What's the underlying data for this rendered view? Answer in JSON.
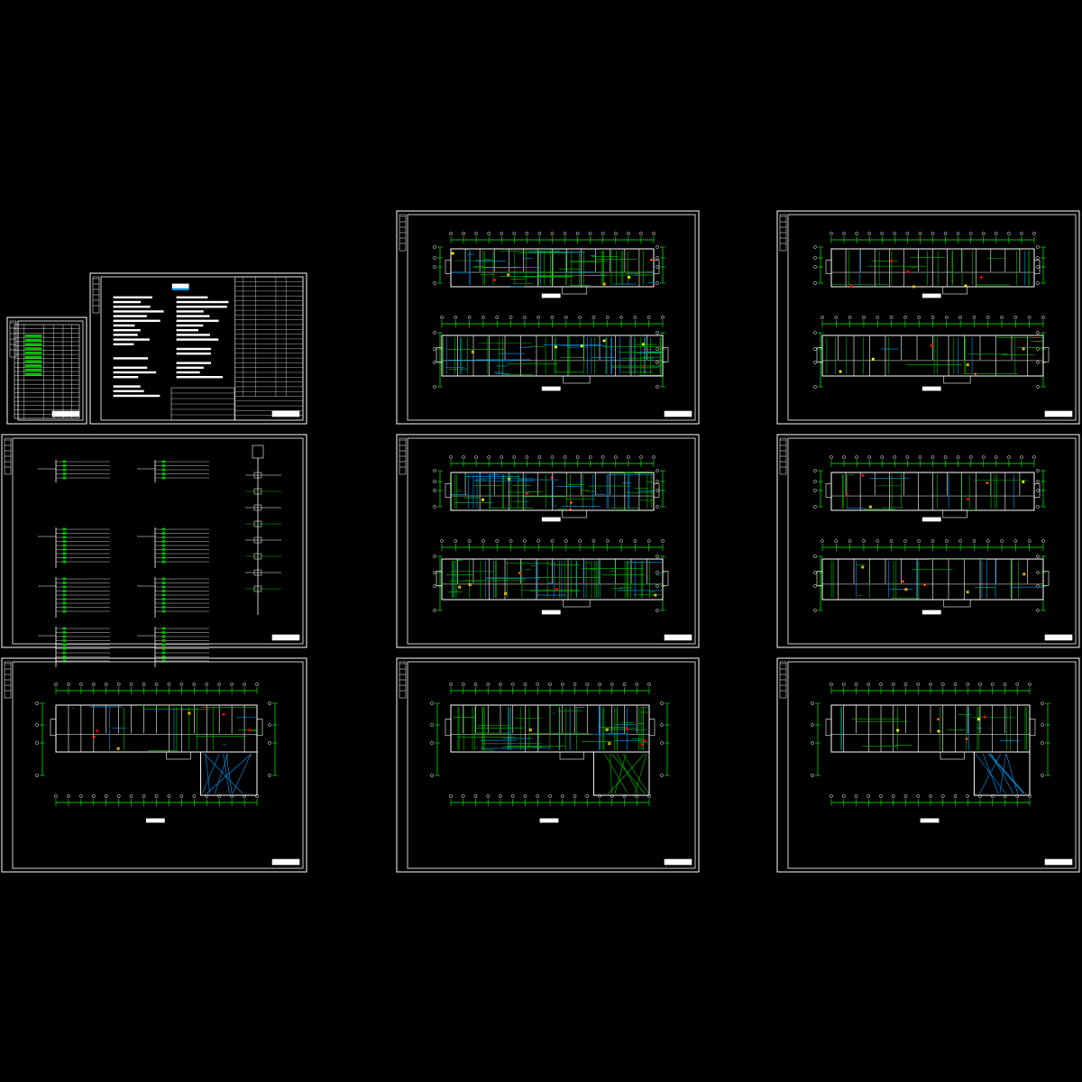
{
  "drawing": {
    "background": "#000000",
    "colors": {
      "frame": "#ffffff",
      "wall": "#ffffff",
      "dimension": "#00ff00",
      "pipe": "#00a0ff",
      "wire": "#00c000",
      "accent_yellow": "#ffff00",
      "accent_red": "#ff0000"
    },
    "sheet_count": 10,
    "sheets": [
      {
        "id": "legend-table",
        "kind": "table"
      },
      {
        "id": "design-notes",
        "kind": "notes"
      },
      {
        "id": "system-diagrams",
        "kind": "system"
      },
      {
        "id": "ground-floor-plan",
        "kind": "plan-L"
      },
      {
        "id": "floor-plan-a",
        "kind": "plan-pair"
      },
      {
        "id": "floor-plan-b",
        "kind": "plan-pair"
      },
      {
        "id": "floor-plan-c",
        "kind": "plan-L"
      },
      {
        "id": "floor-plan-d",
        "kind": "plan-pair"
      },
      {
        "id": "floor-plan-e",
        "kind": "plan-pair"
      },
      {
        "id": "floor-plan-f",
        "kind": "plan-L"
      }
    ]
  }
}
